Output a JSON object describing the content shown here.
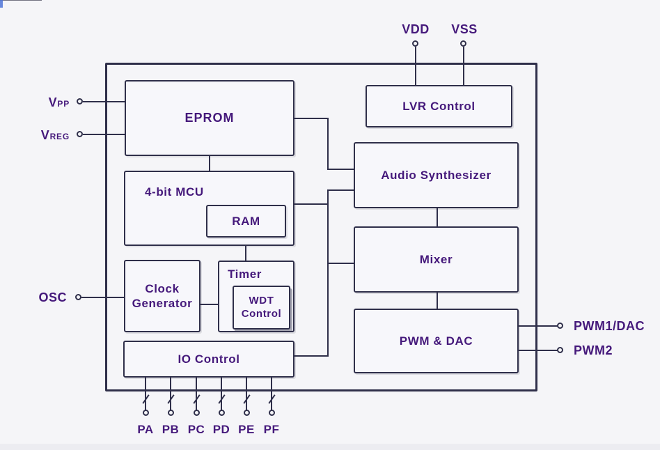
{
  "chip": {
    "blocks": {
      "eprom": {
        "label": "EPROM"
      },
      "lvr": {
        "label": "LVR Control"
      },
      "mcu": {
        "label": "4-bit MCU"
      },
      "ram": {
        "label": "RAM"
      },
      "audio": {
        "label": "Audio Synthesizer"
      },
      "timer": {
        "label": "Timer"
      },
      "wdt": {
        "label": "WDT Control"
      },
      "clock": {
        "label": "Clock Generator"
      },
      "mixer": {
        "label": "Mixer"
      },
      "io": {
        "label": "IO Control"
      },
      "pwmdac": {
        "label": "PWM & DAC"
      }
    }
  },
  "pins": {
    "left": {
      "vpp": "VPP",
      "vreg": "VREG",
      "osc": "OSC"
    },
    "top": {
      "vdd": "VDD",
      "vss": "VSS"
    },
    "right": {
      "pwm1": "PWM1/DAC",
      "pwm2": "PWM2"
    },
    "ports": [
      "PA",
      "PB",
      "PC",
      "PD",
      "PE",
      "PF"
    ]
  },
  "colors": {
    "line": "#2f2f4a",
    "text": "#45197b",
    "background": "#f5f5f8",
    "block_bg": "#f7f7fb",
    "artifact_blue": "#4f74d8"
  }
}
